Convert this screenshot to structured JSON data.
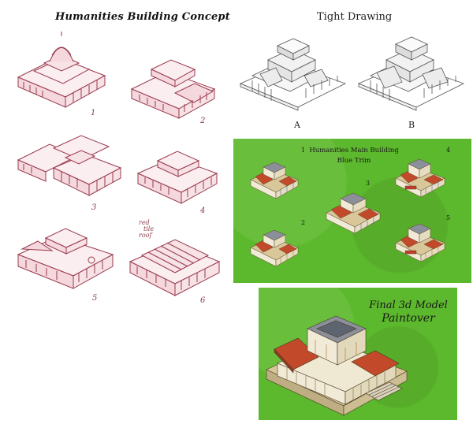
{
  "concept": {
    "title": "Humanities Building Concept",
    "numbers": [
      "1",
      "2",
      "3",
      "4",
      "5",
      "6"
    ],
    "note_lines": [
      "red",
      "tile",
      "roof"
    ]
  },
  "tight": {
    "title": "Tight Drawing",
    "labels": [
      "A",
      "B"
    ]
  },
  "blue_trim": {
    "title_line1": "Humanities Main Building",
    "title_line2": "Blue Trim",
    "numbers": [
      "1",
      "2",
      "3",
      "4",
      "5"
    ]
  },
  "final": {
    "line1": "Final 3d Model",
    "line2": "Paintover"
  },
  "colors": {
    "sketch": "#9a3a4e",
    "grass": "#5cb82c",
    "roof_red": "#c24a2a",
    "roof_grey": "#8a8f9a",
    "wall": "#f1ead6"
  }
}
